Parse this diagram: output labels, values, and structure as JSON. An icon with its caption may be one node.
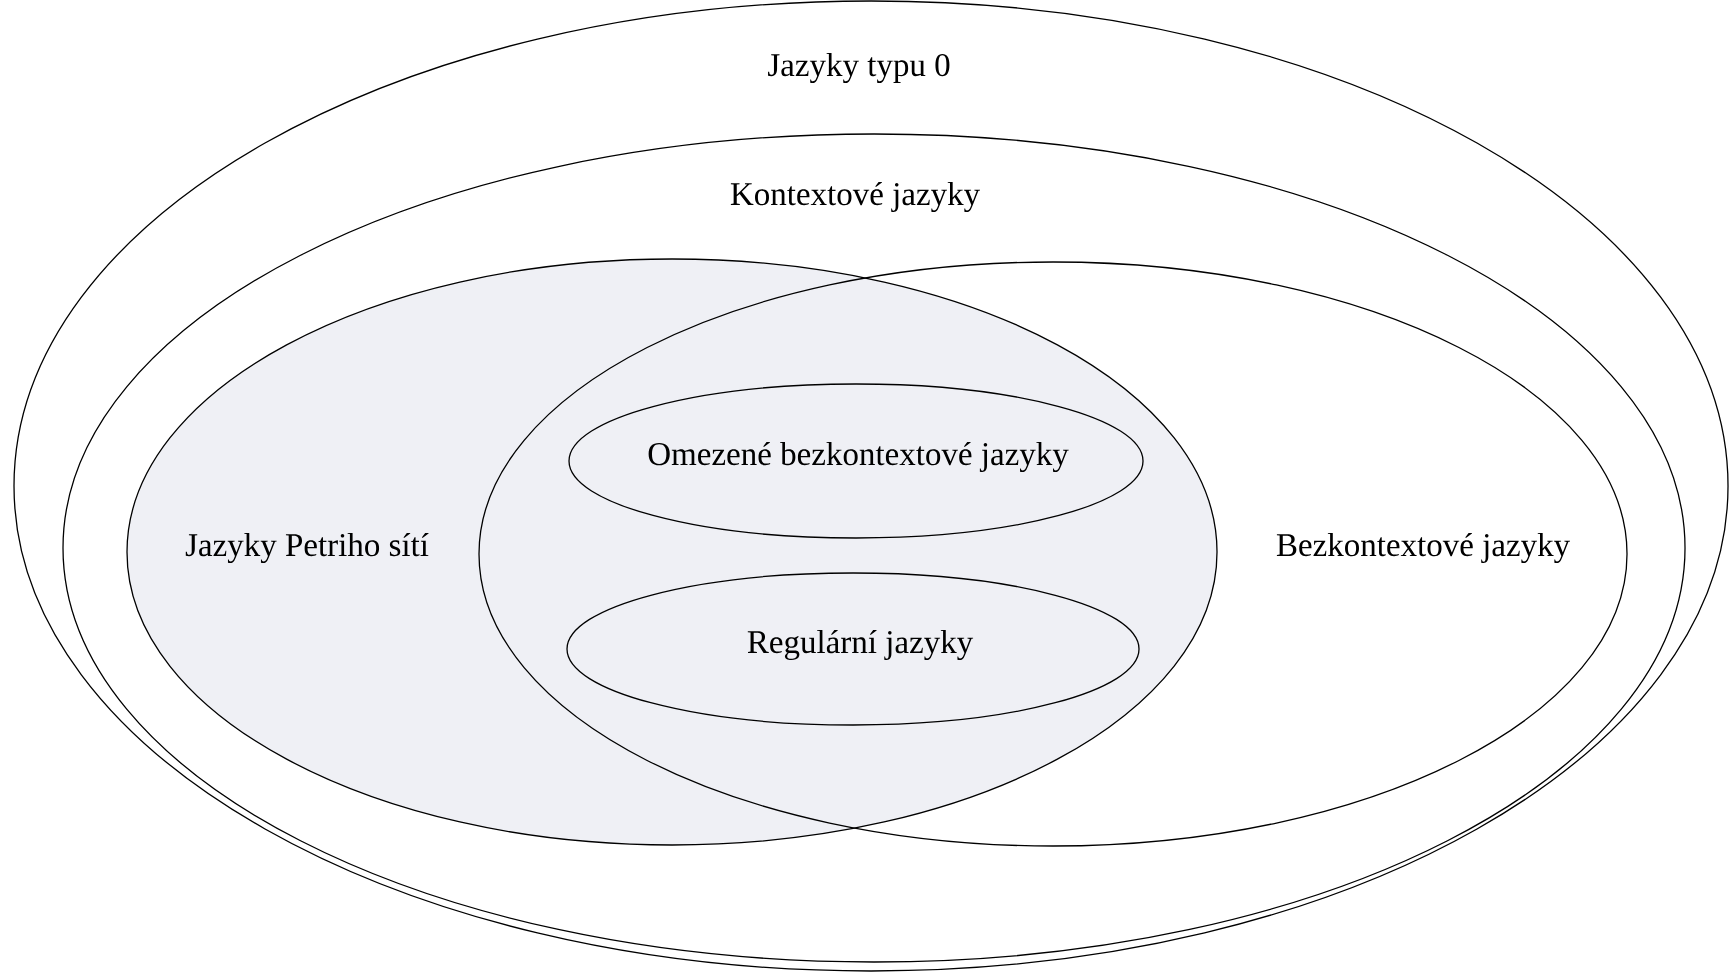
{
  "diagram": {
    "nodes": [
      {
        "text": [
          "Jazyky typu 0"
        ]
      },
      {
        "text": [
          "Kontextové jazyky"
        ],
        "in": 0
      },
      {
        "text": [
          "Jazyky Petriho sítí"
        ],
        "in": 1
      },
      {
        "text": [
          "Bezkontextové jazyky"
        ],
        "in": 1
      },
      {
        "text": [
          "Omezené bezkontextové jazyky"
        ]
      },
      {
        "text": [
          "Regulární jazyky"
        ]
      }
    ]
  }
}
